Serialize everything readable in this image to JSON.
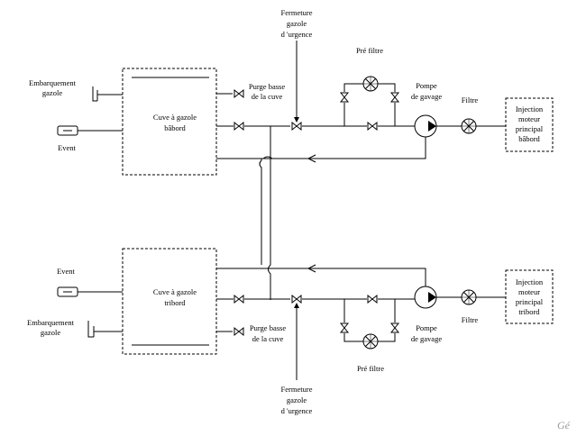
{
  "top": {
    "tank": [
      "Cuve à gazole",
      "bâbord"
    ],
    "loading": [
      "Embarquement",
      "gazole"
    ],
    "vent": "Event",
    "drain": [
      "Purge basse",
      "de la cuve"
    ],
    "shutoff": [
      "Fermeture",
      "gazole",
      "d 'urgence"
    ],
    "prefilter": "Pré filtre",
    "pump": [
      "Pompe",
      "de gavage"
    ],
    "filter": "Filtre",
    "engine": [
      "Injection",
      "moteur",
      "principal",
      "bâbord"
    ]
  },
  "bottom": {
    "tank": [
      "Cuve à gazole",
      "tribord"
    ],
    "loading": [
      "Embarquement",
      "gazole"
    ],
    "vent": "Event",
    "drain": [
      "Purge basse",
      "de la cuve"
    ],
    "shutoff": [
      "Fermeture",
      "gazole",
      "d 'urgence"
    ],
    "prefilter": "Pré filtre",
    "pump": [
      "Pompe",
      "de gavage"
    ],
    "filter": "Filtre",
    "engine": [
      "Injection",
      "moteur",
      "principal",
      "tribord"
    ]
  },
  "signature": "Gé",
  "colors": {
    "line": "#000000",
    "filter_hatch": "#555555",
    "signature": "#999999"
  }
}
